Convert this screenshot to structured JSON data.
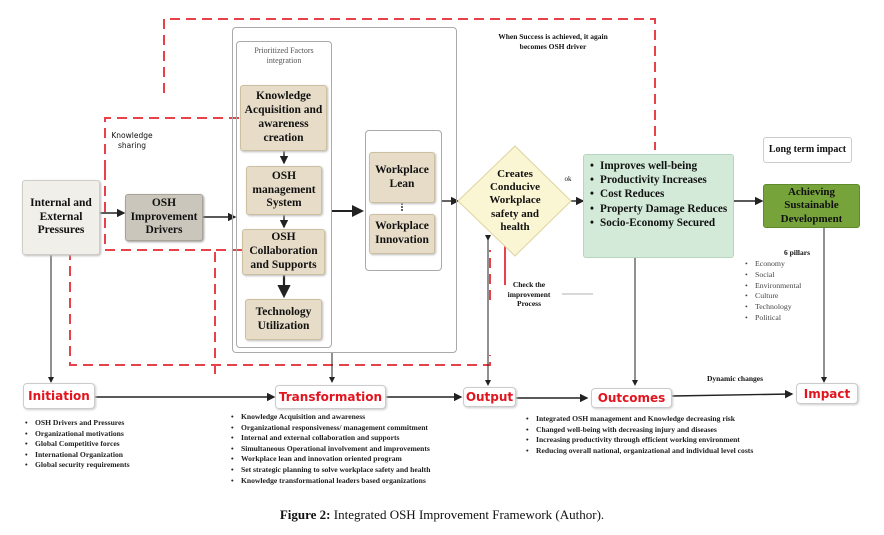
{
  "diagram": {
    "nodes": {
      "pressures": "Internal and External Pressures",
      "drivers": "OSH Improvement Drivers",
      "prioritized_header": "Prioritized Factors integration",
      "knowledge": "Knowledge Acquisition and awareness creation",
      "management": "OSH management System",
      "collaboration": "OSH Collaboration and Supports",
      "technology": "Technology Utilization",
      "lean": "Workplace Lean",
      "innovation": "Workplace Innovation",
      "conducive": "Creates Conducive Workplace safety and health",
      "sustainable": "Achieving Sustainable Development",
      "long_term": "Long term impact"
    },
    "benefits": [
      "Improves well-being",
      "Productivity Increases",
      "Cost Reduces",
      "Property Damage Reduces",
      "Socio-Economy Secured"
    ],
    "annotations": {
      "knowledge_sharing": "Knowledge sharing",
      "success_loop": "When Success is achieved, it again becomes OSH driver",
      "ok": "ok",
      "check": "Check the improvement Process",
      "pillars_title": "6 pillars",
      "dynamic": "Dynamic changes"
    },
    "pillars": [
      "Economy",
      "Social",
      "Environmental",
      "Culture",
      "Technology",
      "Political"
    ],
    "stages": [
      {
        "label": "Initiation",
        "items": [
          "OSH Drivers and Pressures",
          "Organizational motivations",
          "Global Competitive forces",
          "International Organization",
          "Global security requirements"
        ]
      },
      {
        "label": "Transformation",
        "items": [
          "Knowledge Acquisition and awareness",
          "Organizational responsiveness/ management commitment",
          "Internal and external collaboration and supports",
          "Simultaneous Operational involvement and improvements",
          "Workplace lean and innovation oriented program",
          "Set strategic planning to solve  workplace safety and health",
          "Knowledge transformational leaders based organizations"
        ]
      },
      {
        "label": "Output",
        "items": []
      },
      {
        "label": "Outcomes",
        "items": [
          "Integrated OSH  management and Knowledge decreasing risk",
          "Changed well-being with decreasing injury and diseases",
          "Increasing productivity through efficient working environment",
          "Reducing overall  national,  organizational and individual level costs"
        ]
      },
      {
        "label": "Impact",
        "items": []
      }
    ]
  },
  "caption": {
    "label": "Figure 2:",
    "text": "Integrated OSH Improvement Framework (Author)."
  },
  "colors": {
    "stage_text": "#e2141e",
    "dashed_loop": "#e8414a",
    "benefit_box": "#d3ead9",
    "sustainable_box": "#77a43a",
    "factor_box": "#e6dcc8",
    "decision": "#faf5d2"
  }
}
